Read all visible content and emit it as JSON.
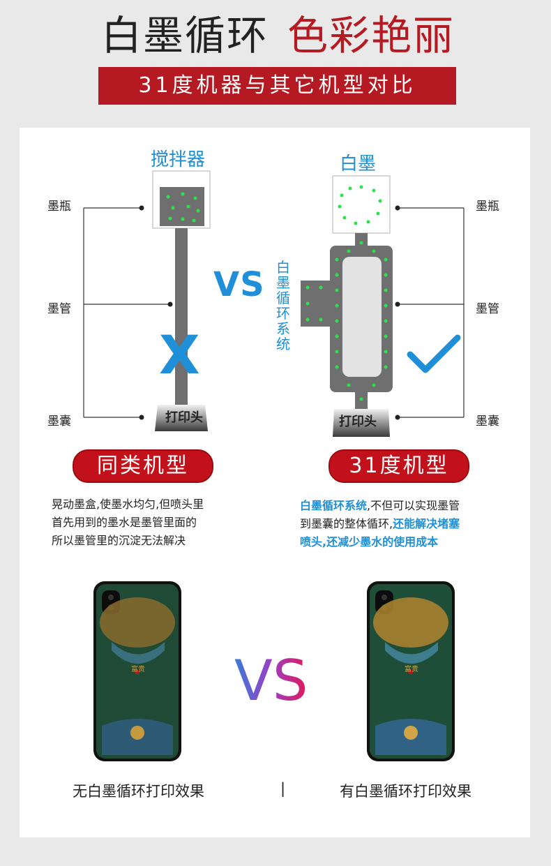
{
  "header": {
    "title_left": "白墨循环",
    "title_right": "色彩艳丽",
    "banner": "31度机器与其它机型对比"
  },
  "diagram": {
    "left_top_label": "搅拌器",
    "right_top_label": "白墨",
    "left_labels": [
      "墨瓶",
      "墨管",
      "墨囊"
    ],
    "right_labels": [
      "墨瓶",
      "墨管",
      "墨囊"
    ],
    "vs_text": "VS",
    "vertical_label": "白墨循环系统",
    "printhead_label": "打印头",
    "cross_mark": "X"
  },
  "comparison": {
    "left_pill": "同类机型",
    "right_pill": "31度机型",
    "left_desc": [
      "晃动墨盒,使墨水均匀,但喷头里",
      "首先用到的墨水是墨管里面的",
      "所以墨管里的沉淀无法解决"
    ],
    "right_desc_line1_blue": "白墨循环系统",
    "right_desc_line1_rest": ",不但可以实现墨管",
    "right_desc_line2_normal": "到墨囊的整体循环,",
    "right_desc_line2_blue": "还能解决堵塞",
    "right_desc_line3_blue": "喷头,还减少墨水的使用成本"
  },
  "phones": {
    "vs_text": "VS",
    "left_caption": "无白墨循环打印效果",
    "separator": "|",
    "right_caption": "有白墨循环打印效果",
    "case_text": "富贵"
  },
  "colors": {
    "accent_red": "#b51a22",
    "blue": "#1f8fd8",
    "machine_gray": "#6f6f6f",
    "dot_green": "#2ee04a",
    "case_green": "#1e4d38"
  }
}
